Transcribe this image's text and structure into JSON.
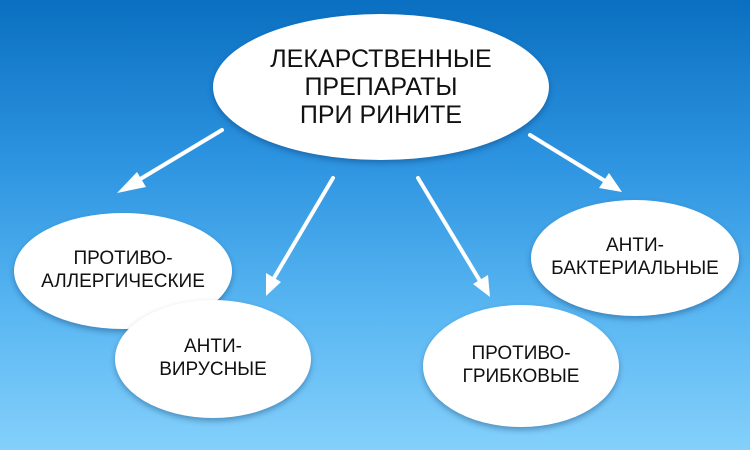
{
  "background": {
    "top_color": "#0a6fc0",
    "bottom_color": "#84d0fb"
  },
  "main": {
    "line1": "ЛЕКАРСТВЕННЫЕ",
    "line2": "ПРЕПАРАТЫ",
    "line3": "ПРИ РИНИТЕ"
  },
  "nodes": {
    "antiallergic": {
      "line1": "ПРОТИВО-",
      "line2": "АЛЛЕРГИЧЕСКИЕ"
    },
    "antiviral": {
      "line1": "АНТИ-",
      "line2": "ВИРУСНЫЕ"
    },
    "antifungal": {
      "line1": "ПРОТИВО-",
      "line2": "ГРИБКОВЫЕ"
    },
    "antibacterial": {
      "line1": "АНТИ-",
      "line2": "БАКТЕРИАЛЬНЫЕ"
    }
  },
  "arrow_color": "#ffffff"
}
